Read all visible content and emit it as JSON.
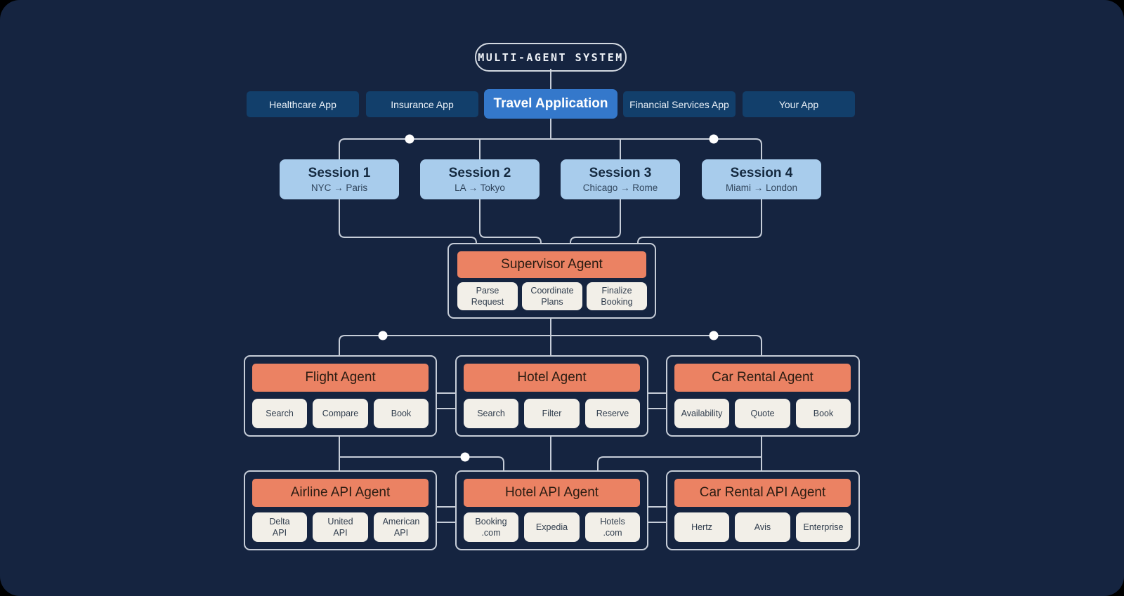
{
  "title": "MULTI-AGENT SYSTEM",
  "apps": {
    "items": [
      {
        "label": "Healthcare App",
        "active": false
      },
      {
        "label": "Insurance App",
        "active": false
      },
      {
        "label": "Travel Application",
        "active": true
      },
      {
        "label": "Financial Services App",
        "active": false
      },
      {
        "label": "Your App",
        "active": false
      }
    ]
  },
  "sessions": [
    {
      "title": "Session 1",
      "route": "NYC → Paris"
    },
    {
      "title": "Session 2",
      "route": "LA → Tokyo"
    },
    {
      "title": "Session 3",
      "route": "Chicago → Rome"
    },
    {
      "title": "Session 4",
      "route": "Miami → London"
    }
  ],
  "supervisor": {
    "title": "Supervisor Agent",
    "tasks": [
      "Parse\nRequest",
      "Coordinate\nPlans",
      "Finalize\nBooking"
    ]
  },
  "agents": [
    {
      "title": "Flight Agent",
      "tasks": [
        "Search",
        "Compare",
        "Book"
      ]
    },
    {
      "title": "Hotel Agent",
      "tasks": [
        "Search",
        "Filter",
        "Reserve"
      ]
    },
    {
      "title": "Car Rental Agent",
      "tasks": [
        "Availability",
        "Quote",
        "Book"
      ]
    }
  ],
  "api_agents": [
    {
      "title": "Airline API Agent",
      "tasks": [
        "Delta\nAPI",
        "United\nAPI",
        "American\nAPI"
      ]
    },
    {
      "title": "Hotel API Agent",
      "tasks": [
        "Booking\n.com",
        "Expedia",
        "Hotels\n.com"
      ]
    },
    {
      "title": "Car Rental API Agent",
      "tasks": [
        "Hertz",
        "Avis",
        "Enterprise"
      ]
    }
  ],
  "colors": {
    "background": "#152440",
    "app_chip": "#123F6B",
    "active_app": "#3478CB",
    "session_box": "#A8CCEC",
    "agent_header": "#EB8263",
    "task_button": "#F2EFE8",
    "connector": "#C6CDD8"
  }
}
